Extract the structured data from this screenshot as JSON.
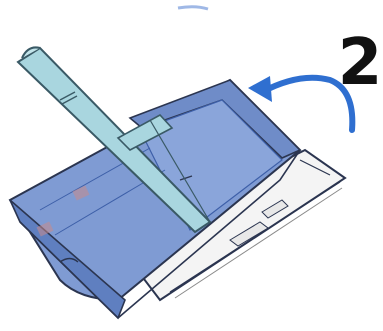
{
  "step": {
    "number": "2"
  },
  "illustration": {
    "subject": "paper-cassette-with-lid-open",
    "arrow_direction": "counterclockwise",
    "colors": {
      "cassette_blue": "#7f9bd3",
      "cassette_blue_dark": "#3d5fa8",
      "lid_cyan": "#a9d6df",
      "lid_edge": "#3a5a66",
      "arrow_blue": "#2f6fd0",
      "outline": "#2b3550",
      "tray_white": "#f4f4f4"
    }
  }
}
